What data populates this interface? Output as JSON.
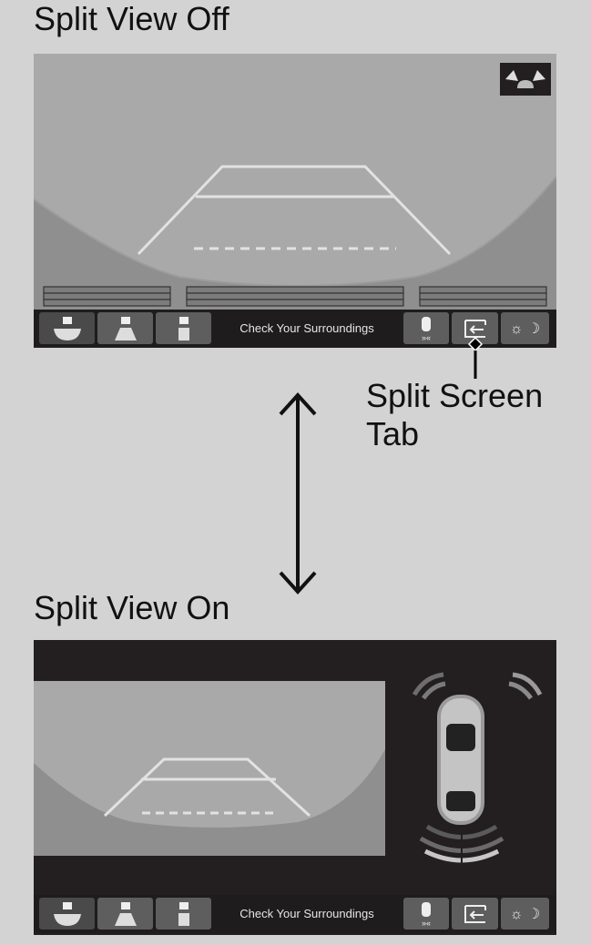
{
  "section_off": {
    "title": "Split View Off"
  },
  "section_on": {
    "title": "Split View On"
  },
  "toolbar": {
    "status_text": "Check Your Surroundings",
    "buttons": [
      {
        "icon": "wide-view-icon"
      },
      {
        "icon": "normal-view-icon"
      },
      {
        "icon": "top-down-view-icon"
      },
      {
        "icon": "parking-sensor-icon"
      },
      {
        "icon": "split-screen-icon"
      },
      {
        "icon": "day-night-icon"
      }
    ]
  },
  "callout": {
    "line1": "Split Screen",
    "line2": "Tab"
  },
  "colors": {
    "background": "#d3d3d4",
    "screen_dark": "#231f20",
    "camera_gray": "#a9a9aa"
  }
}
